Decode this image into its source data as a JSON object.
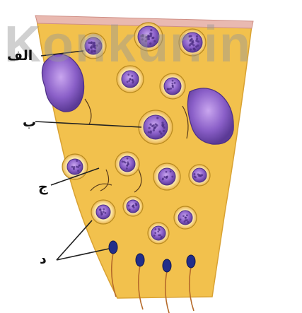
{
  "watermark": "Konkur.in",
  "labels": {
    "a": "الف",
    "b": "ب",
    "c": "ج",
    "d": "د"
  },
  "icons": [
    "tissue-section",
    "germ-cell",
    "sperm-cell"
  ],
  "colors": {
    "tissue": "#f2c14d",
    "cell_halo": "#f6d888",
    "cell_ring": "#b88a1f",
    "nucleus": "#7e55b8",
    "nucleus_dark": "#4e2f86",
    "sperm_head": "#222e8a",
    "membrane": "#e9b9b0",
    "pointer": "#222222"
  }
}
